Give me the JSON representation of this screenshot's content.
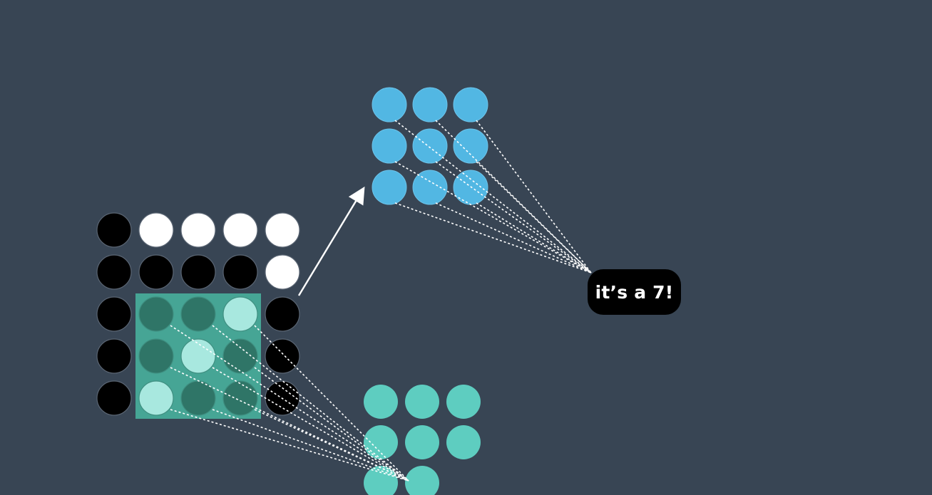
{
  "input_grid": [
    [
      "black",
      "white",
      "white",
      "white",
      "white"
    ],
    [
      "black",
      "black",
      "black",
      "black",
      "white"
    ],
    [
      "black",
      "dark-teal",
      "dark-teal",
      "light-teal",
      "black"
    ],
    [
      "black",
      "dark-teal",
      "light-teal",
      "dark-teal",
      "black"
    ],
    [
      "black",
      "light-teal",
      "dark-teal",
      "dark-teal",
      "black"
    ]
  ],
  "filter_window": {
    "rows": [
      2,
      4
    ],
    "cols": [
      1,
      3
    ]
  },
  "blue_feature_map": {
    "rows": 3,
    "cols": 3
  },
  "teal_feature_map": {
    "visible_rows": 3,
    "cols": 3,
    "last_row_visible_cols": 2
  },
  "result_label": "it’s a 7!",
  "colors": {
    "background": "#384554",
    "black": "#000000",
    "white": "#ffffff",
    "dark_teal": "#2f7567",
    "light_teal": "#a8e8df",
    "filter_overlay": "#46a595",
    "blue": "#52b7e3",
    "teal": "#5ecdc0",
    "line": "#ffffff"
  }
}
